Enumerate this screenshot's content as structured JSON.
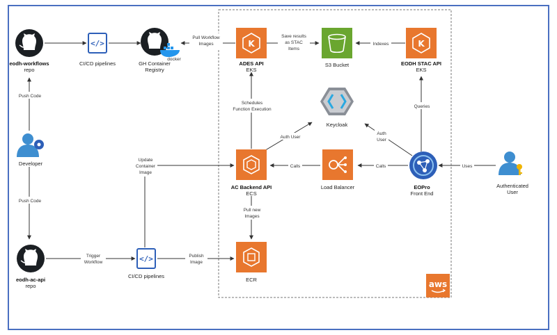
{
  "colors": {
    "frame": "#4a6fc1",
    "aws_orange": "#e8772e",
    "s3_green": "#6aa62f",
    "cicd_blue": "#2d5fb8",
    "arrow": "#333333",
    "dashed": "#777777",
    "keycloak_gray": "#8a8f97",
    "keycloak_blue": "#2aa8e0",
    "person_blue": "#3e8ed0",
    "key_yellow": "#f0b400"
  },
  "nodes": {
    "eodh_workflows": {
      "name": "eodh-workflows",
      "sub": "repo",
      "icon": "github-icon"
    },
    "cicd_top": {
      "label": "CI/CD pipelines",
      "icon": "code-icon"
    },
    "gh_registry": {
      "line1": "GH Container",
      "line2": "Registry",
      "icon": "github-icon",
      "docker_text": "docker"
    },
    "ades_api": {
      "name": "ADES API",
      "sub": "EKS",
      "icon": "eks-icon"
    },
    "s3": {
      "label": "S3 Bucket",
      "icon": "s3-bucket-icon"
    },
    "stac_api": {
      "name": "EODH STAC API",
      "sub": "EKS",
      "icon": "eks-icon"
    },
    "developer": {
      "label": "Developer",
      "icon": "developer-icon"
    },
    "keycloak": {
      "label": "Keycloak",
      "icon": "keycloak-icon"
    },
    "ac_backend": {
      "name": "AC Backend API",
      "sub": "ECS",
      "icon": "ecs-icon"
    },
    "load_balancer": {
      "label": "Load Balancer",
      "icon": "load-balancer-icon"
    },
    "eopro": {
      "name": "EOPro",
      "sub": "Front End",
      "icon": "eopro-icon"
    },
    "auth_user": {
      "line1": "Authenticated",
      "line2": "User",
      "icon": "user-key-icon"
    },
    "eodh_ac_api": {
      "name": "eodh-ac-api",
      "sub": "repo",
      "icon": "github-icon"
    },
    "cicd_bottom": {
      "label": "CI/CD pipelines",
      "icon": "code-icon"
    },
    "ecr": {
      "label": "ECR",
      "icon": "ecr-icon"
    },
    "aws_logo": {
      "text": "aws",
      "icon": "aws-logo-icon"
    }
  },
  "edges": {
    "pull_workflow": {
      "line1": "Pull Workflow",
      "line2": "Images"
    },
    "save_results": {
      "line1": "Save results",
      "line2": "as STAC",
      "line3": "Items"
    },
    "indexes": {
      "label": "Indexes"
    },
    "push_code_top": {
      "label": "Push Code"
    },
    "push_code_bottom": {
      "label": "Push Code"
    },
    "schedules": {
      "line1": "Schedules",
      "line2": "Function Execution"
    },
    "queries": {
      "label": "Queries"
    },
    "auth_user_left": {
      "label": "Auth User"
    },
    "auth_user_right": {
      "line1": "Auth",
      "line2": "User"
    },
    "update_container": {
      "line1": "Update",
      "line2": "Container",
      "line3": "Image"
    },
    "calls_lb": {
      "label": "Calls"
    },
    "calls_eopro": {
      "label": "Calls"
    },
    "uses": {
      "label": "Uses"
    },
    "pull_new": {
      "line1": "Pull new",
      "line2": "Images"
    },
    "trigger_workflow": {
      "line1": "Trigger",
      "line2": "Workflow"
    },
    "publish_image": {
      "line1": "Publish",
      "line2": "Image"
    }
  }
}
